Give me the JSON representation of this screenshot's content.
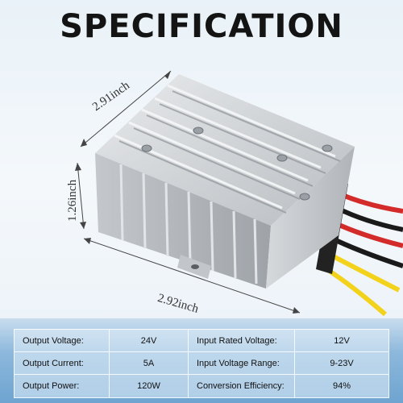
{
  "title": "SPECIFICATION",
  "dimensions": {
    "width": "2.91inch",
    "height": "1.26inch",
    "length": "2.92inch"
  },
  "specs": [
    {
      "label1": "Output Voltage:",
      "value1": "24V",
      "label2": "Input Rated Voltage:",
      "value2": "12V"
    },
    {
      "label1": "Output Current:",
      "value1": "5A",
      "label2": "Input Voltage Range:",
      "value2": "9-23V"
    },
    {
      "label1": "Output Power:",
      "value1": "120W",
      "label2": "Conversion Efficiency:",
      "value2": "94%"
    }
  ],
  "colors": {
    "body": "#c8ccd0",
    "wire_red": "#d32a2a",
    "wire_yellow": "#f2d21b",
    "wire_black": "#1a1a1a"
  }
}
